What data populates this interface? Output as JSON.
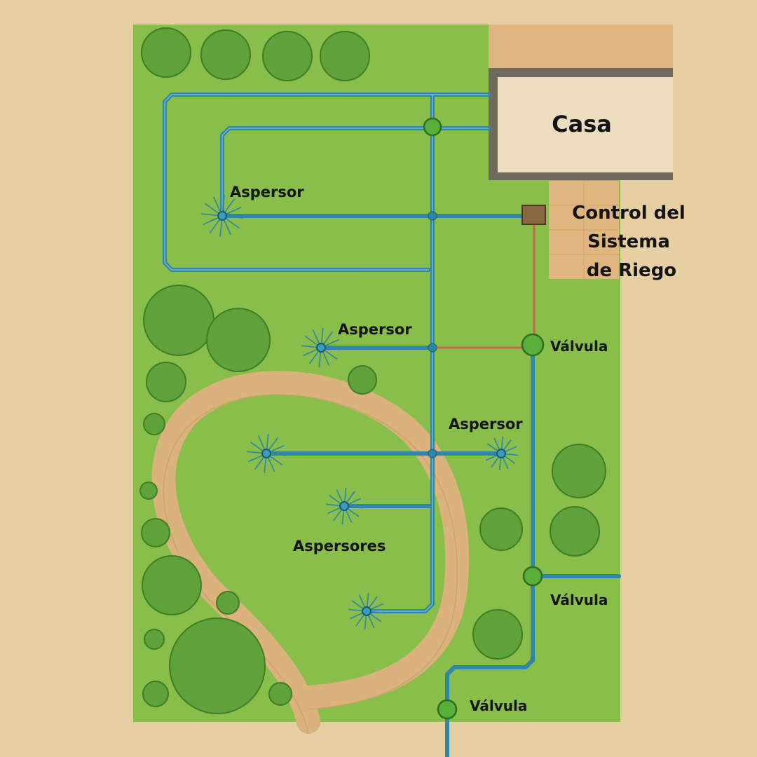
{
  "labels": {
    "house": "Casa",
    "controller_line1": "Control del",
    "controller_line2": "Sistema",
    "controller_line3": "de Riego",
    "sprinkler_top": "Aspersor",
    "sprinkler_mid": "Aspersor",
    "sprinkler_right": "Aspersor",
    "sprinklers_group": "Aspersores",
    "valve_upper": "Válvula",
    "valve_lower": "Válvula",
    "valve_bottom": "Válvula"
  },
  "colors": {
    "background": "#e6cfa3",
    "lawn": "#8dc24c",
    "path": "#d9b27c",
    "pipe": "#2f86a6",
    "control_wire": "#c9684a",
    "house_fill": "#ecdcc0",
    "house_wall": "#6e6a5e",
    "patio": "#e0b680",
    "shrub": "#5fa23a",
    "valve": "#58b03a"
  },
  "icons": {
    "sprinkler": "sprinkler-icon",
    "valve": "valve-icon",
    "controller": "controller-box-icon",
    "shrub": "shrub-icon"
  }
}
